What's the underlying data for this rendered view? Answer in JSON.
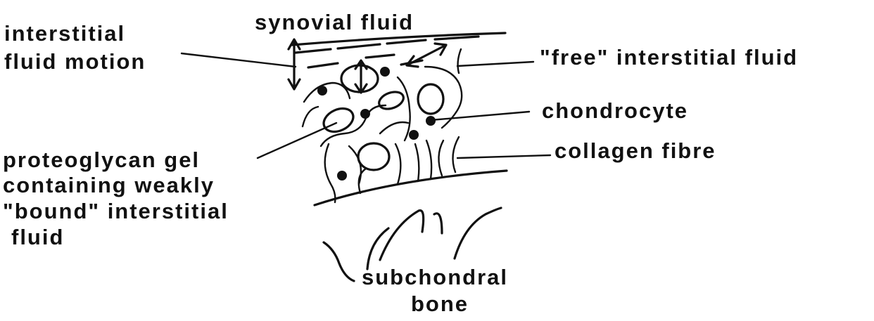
{
  "labels": {
    "synovial_fluid": "synovial fluid",
    "interstitial_fluid_motion": [
      "interstitial",
      "fluid motion"
    ],
    "free_interstitial_fluid": "\"free\" interstitial fluid",
    "chondrocyte": "chondrocyte",
    "collagen_fibre": "collagen fibre",
    "proteoglycan_gel": [
      "proteoglycan gel",
      "containing weakly",
      "\"bound\" interstitial",
      "fluid"
    ],
    "subchondral_bone": [
      "subchondral",
      "bone"
    ]
  },
  "colors": {
    "ink": "#111111",
    "background": "#ffffff"
  }
}
